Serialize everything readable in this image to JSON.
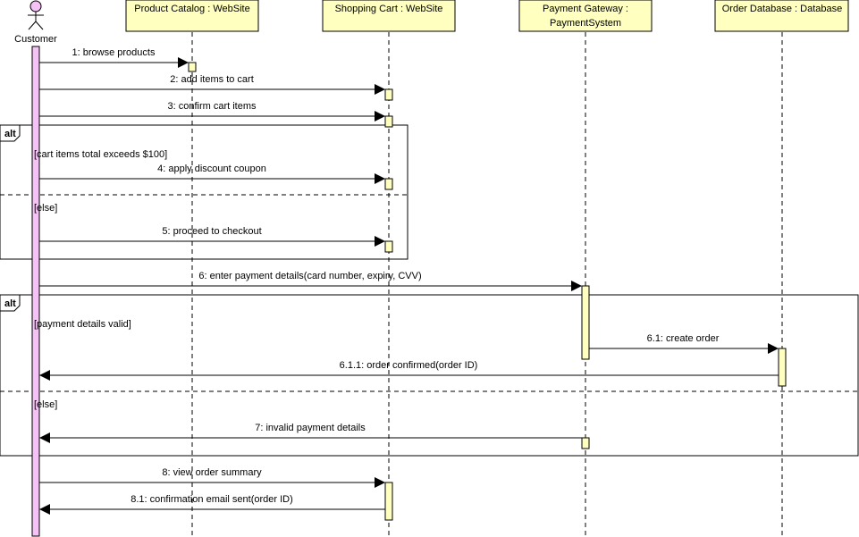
{
  "diagram": {
    "actor": {
      "name": "Customer"
    },
    "lifelines": [
      {
        "id": "catalog",
        "lines": [
          "Product Catalog : WebSite"
        ]
      },
      {
        "id": "cart",
        "lines": [
          "Shopping Cart : WebSite"
        ]
      },
      {
        "id": "payment",
        "lines": [
          "Payment Gateway :",
          "PaymentSystem"
        ]
      },
      {
        "id": "orderdb",
        "lines": [
          "Order Database : Database"
        ]
      }
    ],
    "messages": [
      {
        "label": "1: browse products",
        "from": "customer",
        "to": "catalog"
      },
      {
        "label": "2: add items to cart",
        "from": "customer",
        "to": "cart"
      },
      {
        "label": "3: confirm cart items",
        "from": "customer",
        "to": "cart"
      },
      {
        "label": "4: apply discount coupon",
        "from": "customer",
        "to": "cart"
      },
      {
        "label": "5: proceed to checkout",
        "from": "customer",
        "to": "cart"
      },
      {
        "label": "6: enter payment details(card number, expiry, CVV)",
        "from": "customer",
        "to": "payment"
      },
      {
        "label": "6.1: create order",
        "from": "payment",
        "to": "orderdb"
      },
      {
        "label": "6.1.1: order confirmed(order ID)",
        "from": "orderdb",
        "to": "customer"
      },
      {
        "label": "7: invalid payment details",
        "from": "payment",
        "to": "customer"
      },
      {
        "label": "8: view order summary",
        "from": "customer",
        "to": "cart"
      },
      {
        "label": "8.1: confirmation email sent(order ID)",
        "from": "cart",
        "to": "customer"
      }
    ],
    "fragments": [
      {
        "operator": "alt",
        "guards": [
          "[cart items total exceeds $100]",
          "[else]"
        ]
      },
      {
        "operator": "alt",
        "guards": [
          "[payment details valid]",
          "[else]"
        ]
      }
    ],
    "colors": {
      "lifeline_box": "#ffffc0",
      "activation": "#ffffc0",
      "actor_activation": "#f4c2f4",
      "stroke": "#000000"
    }
  }
}
